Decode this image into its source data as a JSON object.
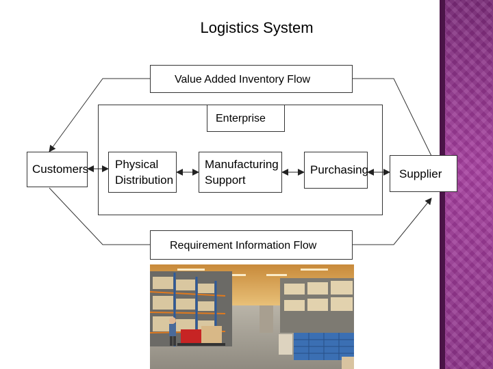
{
  "title": "Logistics System",
  "nodes": {
    "value_added": "Value Added Inventory Flow",
    "enterprise": "Enterprise",
    "customers": "Customers",
    "physical_distribution": [
      "Physical",
      "Distribution"
    ],
    "manufacturing_support": [
      "Manufacturing",
      "Support"
    ],
    "purchasing": "Purchasing",
    "supplier": "Supplier",
    "requirement_info": "Requirement Information Flow"
  },
  "colors": {
    "accent_band": "#9b3a95",
    "line": "#333333"
  }
}
